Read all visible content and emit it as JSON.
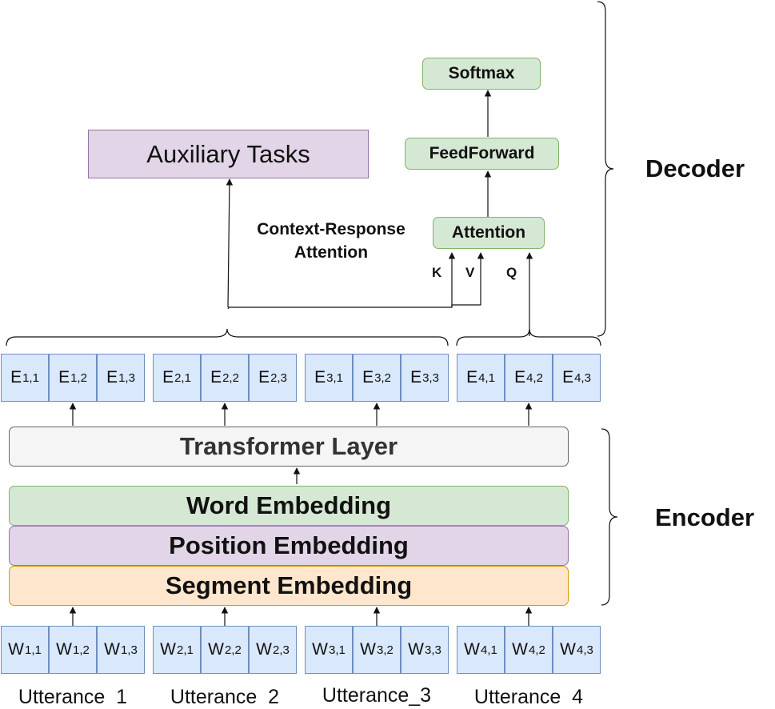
{
  "decoder": {
    "label": "Decoder",
    "softmax": "Softmax",
    "feedforward": "FeedForward",
    "attention": "Attention",
    "inputs": {
      "k": "K",
      "v": "V",
      "q": "Q"
    },
    "context_response_attention": [
      "Context-Response",
      "Attention"
    ]
  },
  "auxiliary_tasks": "Auxiliary Tasks",
  "encoder": {
    "label": "Encoder",
    "transformer_layer": "Transformer Layer",
    "word_embedding": "Word Embedding",
    "position_embedding": "Position Embedding",
    "segment_embedding": "Segment Embedding"
  },
  "outputs": [
    [
      {
        "base": "E",
        "sub": "1,1"
      },
      {
        "base": "E",
        "sub": "1,2"
      },
      {
        "base": "E",
        "sub": "1,3"
      }
    ],
    [
      {
        "base": "E",
        "sub": "2,1"
      },
      {
        "base": "E",
        "sub": "2,2"
      },
      {
        "base": "E",
        "sub": "2,3"
      }
    ],
    [
      {
        "base": "E",
        "sub": "3,1"
      },
      {
        "base": "E",
        "sub": "3,2"
      },
      {
        "base": "E",
        "sub": "3,3"
      }
    ],
    [
      {
        "base": "E",
        "sub": "4,1"
      },
      {
        "base": "E",
        "sub": "4,2"
      },
      {
        "base": "E",
        "sub": "4,3"
      }
    ]
  ],
  "inputs": [
    [
      {
        "base": "W",
        "sub": "1,1"
      },
      {
        "base": "W",
        "sub": "1,2"
      },
      {
        "base": "W",
        "sub": "1,3"
      }
    ],
    [
      {
        "base": "W",
        "sub": "2,1"
      },
      {
        "base": "W",
        "sub": "2,2"
      },
      {
        "base": "W",
        "sub": "2,3"
      }
    ],
    [
      {
        "base": "W",
        "sub": "3,1"
      },
      {
        "base": "W",
        "sub": "3,2"
      },
      {
        "base": "W",
        "sub": "3,3"
      }
    ],
    [
      {
        "base": "W",
        "sub": "4,1"
      },
      {
        "base": "W",
        "sub": "4,2"
      },
      {
        "base": "W",
        "sub": "4,3"
      }
    ]
  ],
  "utterances": [
    "Utterance  1",
    "Utterance  2",
    "Utterance_3",
    "Utterance  4"
  ]
}
